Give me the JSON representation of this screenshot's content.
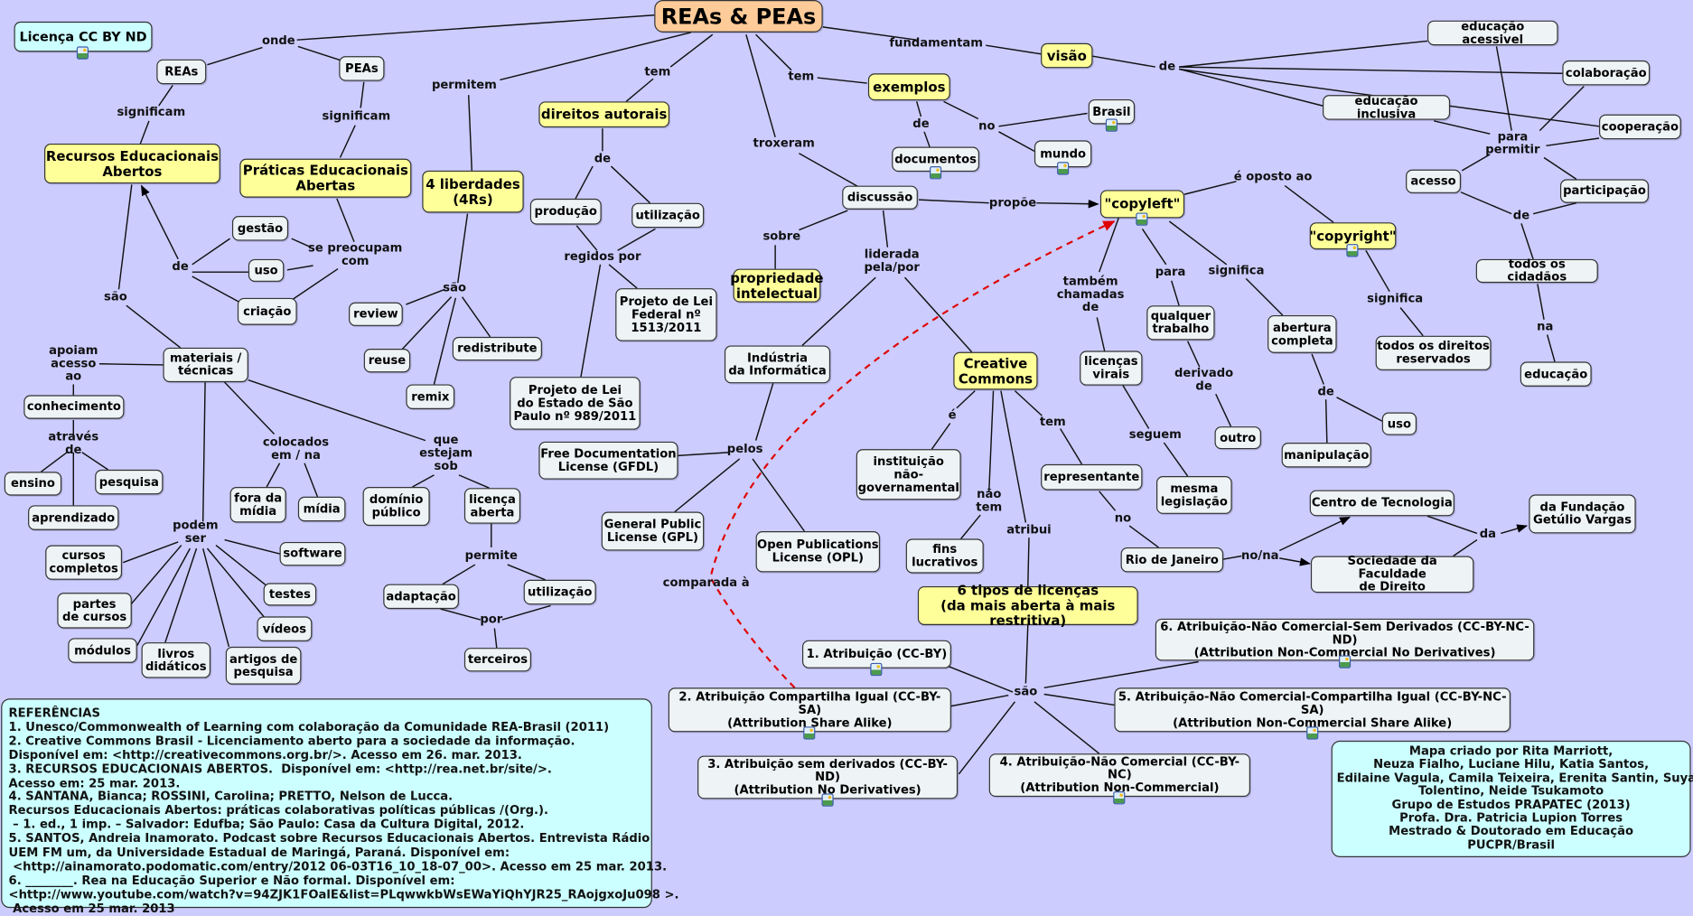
{
  "map": {
    "concepts": {
      "title": "REAs & PEAs",
      "license": "Licença CC BY ND",
      "reas": "REAs",
      "peas": "PEAs",
      "rea_full": "Recursos Educacionais\nAbertos",
      "pea_full": "Práticas Educacionais\nAbertas",
      "liberdades": "4 liberdades\n(4Rs)",
      "direitos": "direitos autorais",
      "exemplos": "exemplos",
      "visao": "visão",
      "gestao": "gestão",
      "uso1": "uso",
      "criacao": "criação",
      "review": "review",
      "reuse": "reuse",
      "redistribute": "redistribute",
      "remix": "remix",
      "producao": "produção",
      "utilizacao1": "utilização",
      "pl_federal": "Projeto de Lei\nFederal nº\n1513/2011",
      "pl_sp": "Projeto de Lei\ndo Estado de São\nPaulo nº 989/2011",
      "documentos": "documentos",
      "brasil": "Brasil",
      "mundo": "mundo",
      "discussao": "discussão",
      "propriedade": "propriedade\nintelectual",
      "copyleft": "\"copyleft\"",
      "copyright": "\"copyright\"",
      "educacao_acessivel": "educação acessivel",
      "colaboracao": "colaboração",
      "educacao_inclusiva": "educação inclusiva",
      "cooperacao": "cooperação",
      "acesso": "acesso",
      "participacao": "participação",
      "todos_cidadaos": "todos os cidadãos",
      "educacao": "educação",
      "industria": "Indústria\nda Informática",
      "creative_commons": "Creative\nCommons",
      "licencas_virais": "licenças\nvirais",
      "qualquer_trabalho": "qualquer\ntrabalho",
      "abertura": "abertura\ncompleta",
      "todos_direitos": "todos os direitos\nreservados",
      "outro": "outro",
      "mesma_legislacao": "mesma\nlegislação",
      "manipulacao": "manipulação",
      "uso2": "uso",
      "instituicao": "instituição\nnão-\ngovernamental",
      "fins": "fins\nlucrativos",
      "representante": "representante",
      "rio": "Rio de Janeiro",
      "centro": "Centro de Tecnologia",
      "sociedade": "Sociedade da Faculdade\nde Direito",
      "fgv": "da Fundação\nGetúlio Vargas",
      "gfdl": "Free Documentation\nLicense (GFDL)",
      "gpl": "General Public\nLicense (GPL)",
      "opl": "Open Publications\nLicense (OPL)",
      "seis_tipos": "6 tipos de licenças\n(da mais aberta à mais restritiva)",
      "lic1": "1.  Atribuição (CC-BY)",
      "lic2": "2. Atribuição Compartilha Igual (CC-BY-SA)\n(Attribution Share Alike)",
      "lic3": "3. Atribuição sem derivados (CC-BY-ND)\n(Attribution No Derivatives)",
      "lic4": "4. Atribuição-Não Comercial (CC-BY-NC)\n(Attribution Non-Commercial)",
      "lic5": "5. Atribuição-Não Comercial-Compartilha Igual (CC-BY-NC-SA)\n(Attribution Non-Commercial Share Alike)",
      "lic6": "6. Atribuição-Não Comercial-Sem Derivados (CC-BY-NC-ND)\n(Attribution Non-Commercial No Derivatives)",
      "materiais": "materiais /\ntécnicas",
      "conhecimento": "conhecimento",
      "ensino": "ensino",
      "pesquisa": "pesquisa",
      "aprendizado": "aprendizado",
      "dominio": "domínio\npúblico",
      "licenca_aberta": "licença\naberta",
      "fora_midia": "fora da\nmídia",
      "midia": "mídia",
      "cursos": "cursos\ncompletos",
      "partes": "partes\nde cursos",
      "modulos": "módulos",
      "livros": "livros\ndidáticos",
      "artigos": "artigos de\npesquisa",
      "videos": "vídeos",
      "testes": "testes",
      "software": "software",
      "adaptacao": "adaptação",
      "utilizacao2": "utilização",
      "terceiros": "terceiros"
    },
    "linking_phrases": {
      "onde": "onde",
      "significam1": "significam",
      "significam2": "significam",
      "permitem": "permitem",
      "tem1": "tem",
      "tem2": "tem",
      "fundamentam": "fundamentam",
      "troxeram": "troxeram",
      "de_direitos": "de",
      "regidos": "regidos por",
      "de_exemplos": "de",
      "no_exemplos": "no",
      "de_visao": "de",
      "para_permitir": "para\npermitir",
      "de_cidadaos": "de",
      "na": "na",
      "oposto": "é oposto ao",
      "propoe": "propõe",
      "sobre": "sobre",
      "liderada": "liderada\npela/por",
      "tambem": "também\nchamadas\nde",
      "para": "para",
      "significa1": "significa",
      "significa2": "significa",
      "derivado": "derivado\nde",
      "seguem": "seguem",
      "de_abertura": "de",
      "e": "é",
      "tem_cc": "tem",
      "nao_tem": "não\ntem",
      "atribui": "atribui",
      "no_rio": "no",
      "no_na": "no/na",
      "da": "da",
      "pelos": "pelos",
      "comparada": "comparada à",
      "sao_lic": "são",
      "de_rea": "de",
      "preocupam": "se preocupam\ncom",
      "sao_rea": "são",
      "sao_4rs": "são",
      "apoiam": "apoiam\nacesso\nao",
      "atraves": "através\nde",
      "colocados": "colocados\nem / na",
      "estejam": "que\nestejam\nsob",
      "permite": "permite",
      "por": "por",
      "podem": "podem\nser"
    }
  },
  "references": {
    "heading": "REFERÊNCIAS",
    "lines": [
      "1. Unesco/Commonwealth of Learning com colaboração da Comunidade REA-Brasil (2011)",
      "2. Creative Commons Brasil - Licenciamento aberto para a sociedade da informação.",
      "Disponível em: <http://creativecommons.org.br/>. Acesso em 26. mar. 2013.",
      "3. RECURSOS EDUCACIONAIS ABERTOS.  Disponível em: <http://rea.net.br/site/>.",
      "Acesso em: 25 mar. 2013.",
      "4. SANTANA, Bianca; ROSSINI, Carolina; PRETTO, Nelson de Lucca.",
      "Recursos Educacionais Abertos: práticas colaborativas políticas públicas /(Org.).",
      " – 1. ed., 1 imp. – Salvador: Edufba; São Paulo: Casa da Cultura Digital, 2012.",
      "5. SANTOS, Andreia Inamorato. Podcast sobre Recursos Educacionais Abertos. Entrevista Rádio",
      "UEM FM um, da Universidade Estadual de Maringá, Paraná. Disponível em:",
      " <http://ainamorato.podomatic.com/entry/2012 06-03T16_10_18-07_00>. Acesso em 25 mar. 2013.",
      "6. ________. Rea na Educação Superior e Não formal. Disponível em:",
      "<http://www.youtube.com/watch?v=94ZJK1FOalE&list=PLqwwkbWsEWaYiQhYJR25_RAojgxoJu098 >.",
      " Acesso em 25 mar. 2013"
    ]
  },
  "credits": {
    "lines": [
      "Mapa criado por Rita Marriott,",
      "Neuza Fialho, Luciane Hilu, Katia Santos,",
      "Edilaine Vagula, Camila Teixeira, Erenita Santin, Suyane",
      "Tolentino, Neide Tsukamoto",
      "Grupo de Estudos PRAPATEC (2013)",
      "Profa. Dra. Patricia Lupion Torres",
      "Mestrado & Doutorado em Educação",
      "PUCPR/Brasil"
    ]
  },
  "colors": {
    "background": "#ccccff",
    "concept": "#eef3f5",
    "highlight": "#ffff99",
    "title": "#ffcc99",
    "info_box": "#ccffff",
    "comparison_link": "#e00000"
  },
  "icons": [
    "image-attachment-icon"
  ]
}
